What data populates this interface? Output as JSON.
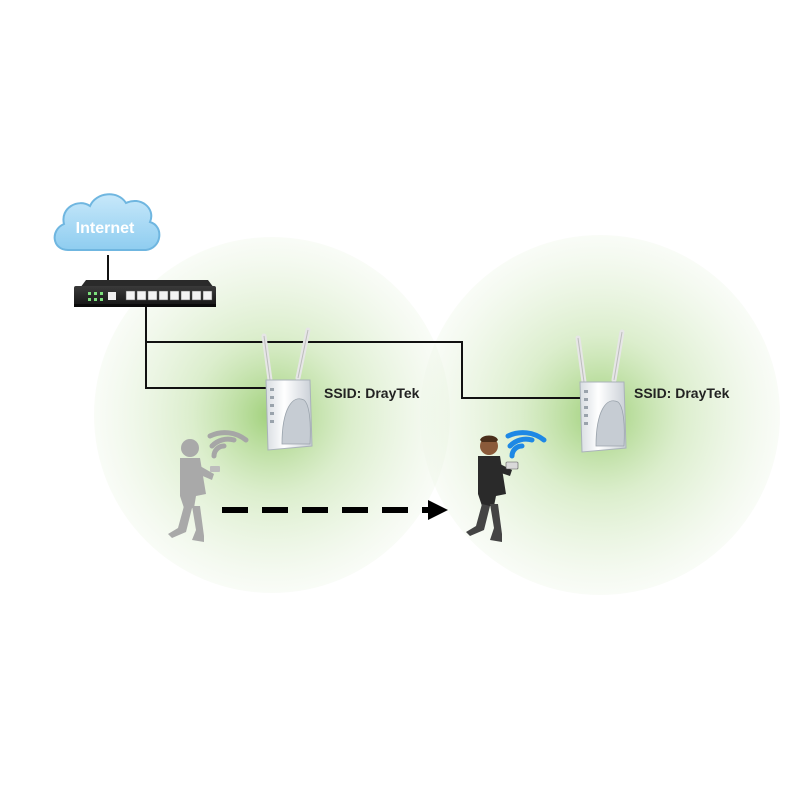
{
  "cloud": {
    "label": "Internet"
  },
  "access_points": [
    {
      "ssid_label": "SSID: DrayTek"
    },
    {
      "ssid_label": "SSID: DrayTek"
    }
  ],
  "colors": {
    "coverage_green": "#9fd07a",
    "cloud_fill": "#a9d8f2",
    "cloud_stroke": "#6fb6e0",
    "router_body": "#1e1e1e",
    "cable": "#111111",
    "signal_active": "#1e88e5",
    "signal_inactive": "#9e9e9e",
    "user_ghost": "#a9a9a9"
  }
}
